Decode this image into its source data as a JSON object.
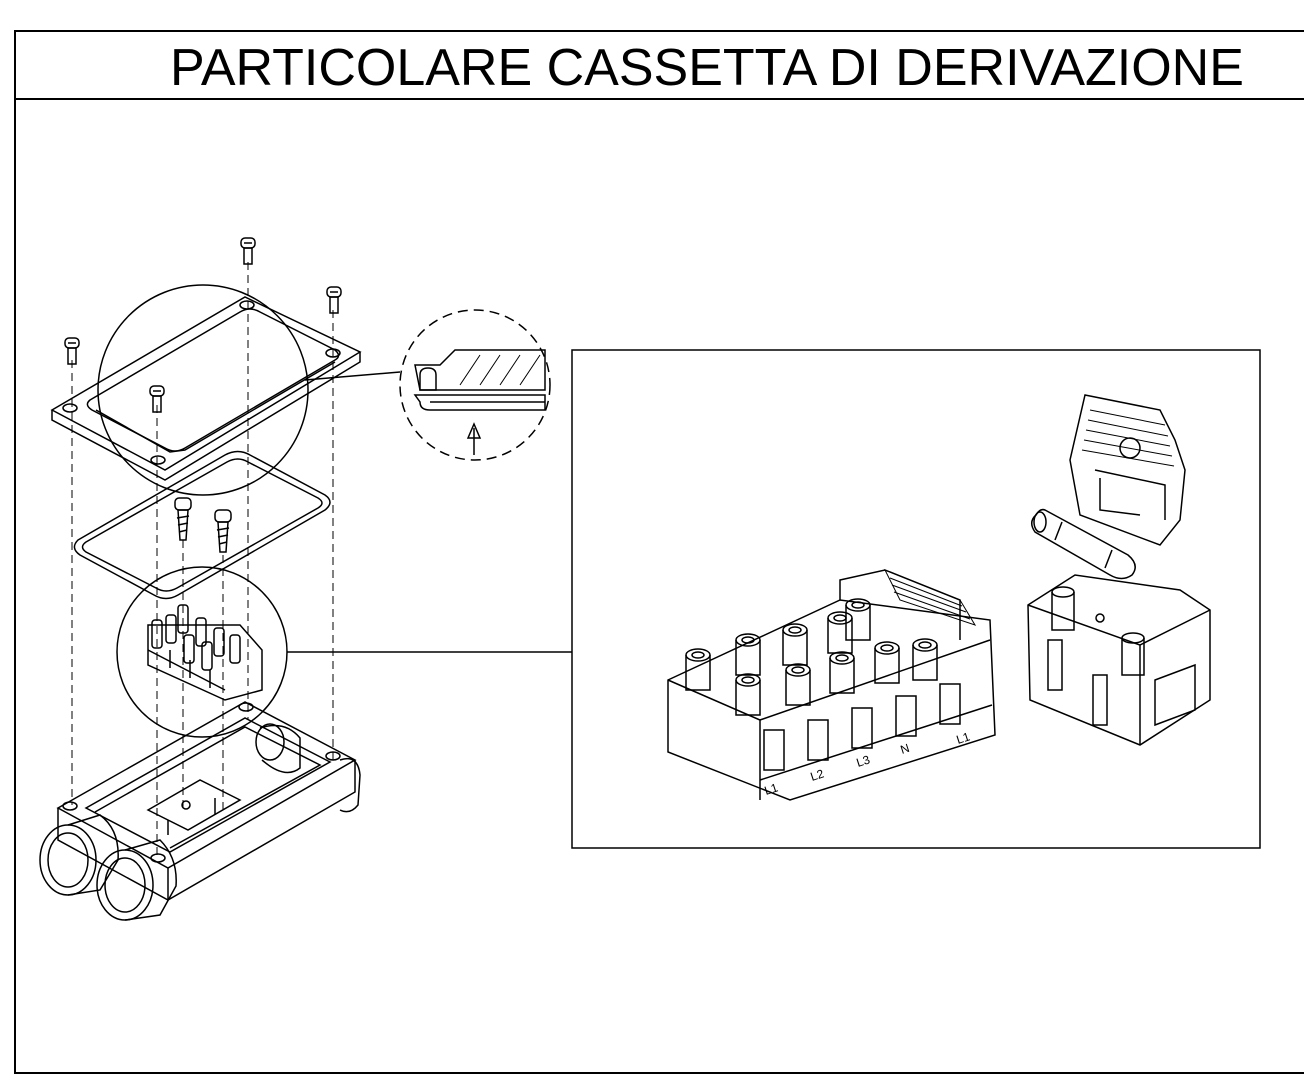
{
  "title": "PARTICOLARE CASSETTA DI DERIVAZIONE",
  "terminal_labels": [
    "L1",
    "L2",
    "L3",
    "N",
    "L1"
  ]
}
